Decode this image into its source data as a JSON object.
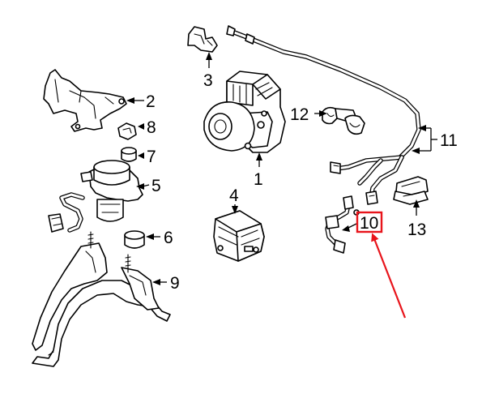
{
  "callouts": {
    "c1": "1",
    "c2": "2",
    "c3": "3",
    "c4": "4",
    "c5": "5",
    "c6": "6",
    "c7": "7",
    "c8": "8",
    "c9": "9",
    "c10": "10",
    "c11": "11",
    "c12": "12",
    "c13": "13"
  },
  "highlight": {
    "part": "10",
    "color": "#e8141b"
  },
  "colors": {
    "line": "#000000",
    "background": "#ffffff"
  }
}
